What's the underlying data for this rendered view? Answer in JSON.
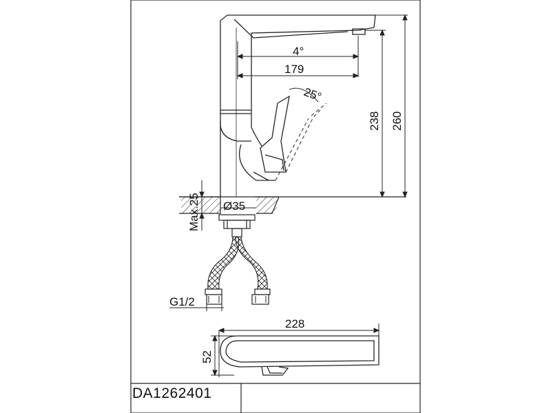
{
  "dimensions": {
    "angle_spout": "4°",
    "spout_reach": "179",
    "lever_angle": "25°",
    "spout_height": "238",
    "total_height": "260",
    "max_deck": "Max.25",
    "body_diameter": "Ø35",
    "thread": "G1/2",
    "top_length": "228",
    "top_width": "52"
  },
  "title_block": {
    "code": "DA1262401"
  }
}
